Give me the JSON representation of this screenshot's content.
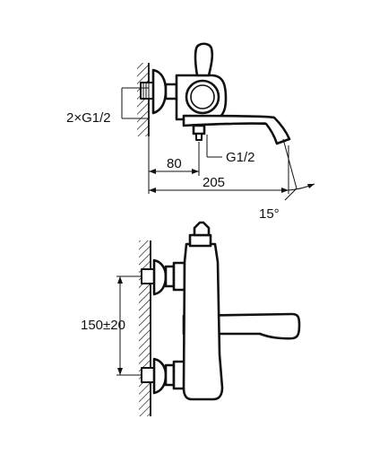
{
  "dimensions": {
    "inlets": "2×G1/2",
    "outlet_thread": "G1/2",
    "projection_outlet": "80",
    "projection_total": "205",
    "spout_angle": "15°",
    "center_distance": "150±20"
  }
}
